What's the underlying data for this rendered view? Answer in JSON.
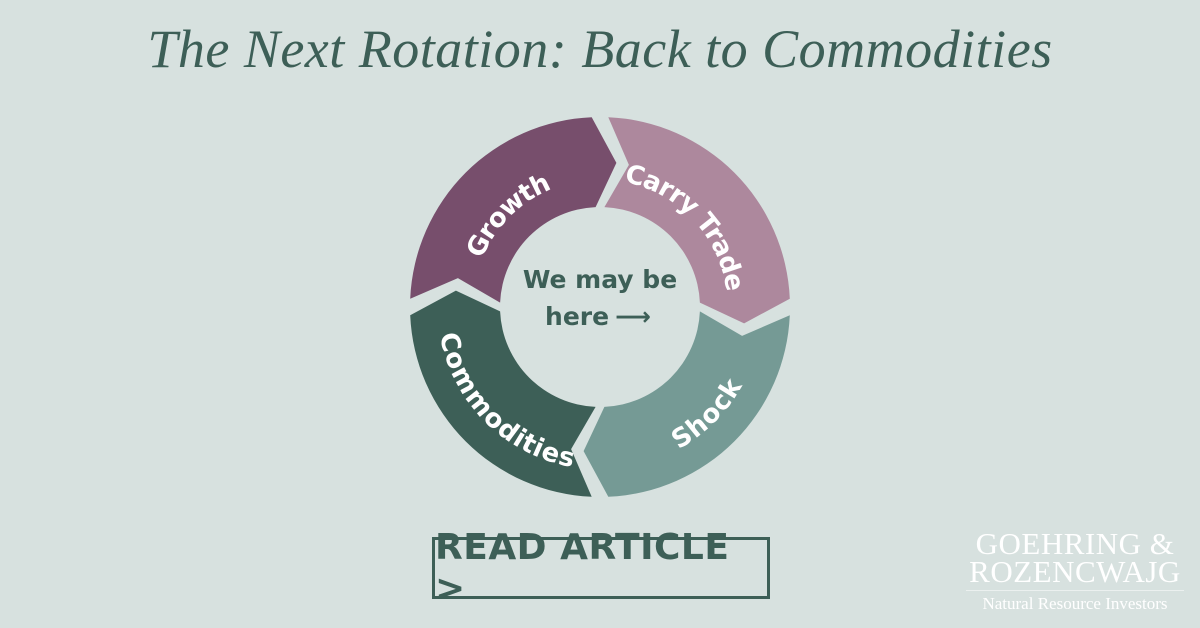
{
  "title": "The Next Rotation: Back to Commodities",
  "cycle": {
    "segments": [
      {
        "label": "Growth",
        "color": "#774e6c"
      },
      {
        "label": "Carry Trade",
        "color": "#ad889d"
      },
      {
        "label": "Shock",
        "color": "#759a95"
      },
      {
        "label": "Commodities",
        "color": "#3d5f57"
      }
    ],
    "center_line1": "We may be",
    "center_line2": "here",
    "center_arrow": "⟶"
  },
  "cta": {
    "label": "READ ARTICLE >"
  },
  "logo": {
    "line1": "GOEHRING &",
    "line2": "ROZENCWAJG",
    "tagline": "Natural Resource Investors"
  }
}
